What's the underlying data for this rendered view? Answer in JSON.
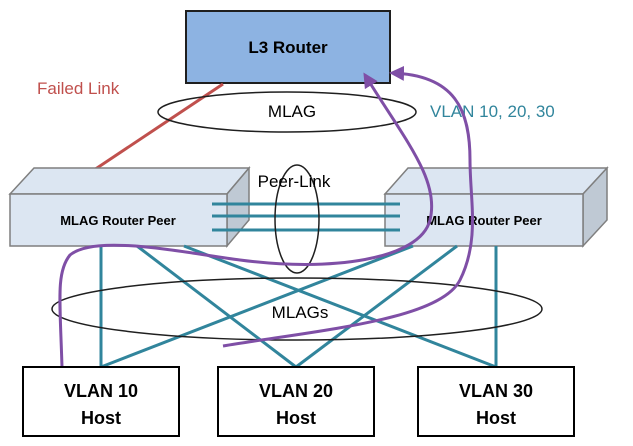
{
  "colors": {
    "router_fill": "#8DB3E2",
    "peer_fill": "#DCE6F2",
    "peer_stroke": "#7F7F7F",
    "link_teal": "#31859C",
    "failed_red": "#C0504D",
    "flow_purple": "#7F4FA6",
    "text_dark": "#000000"
  },
  "labels": {
    "l3_router": "L3 Router",
    "failed_link": "Failed Link",
    "mlag": "MLAG",
    "vlans": "VLAN 10, 20, 30",
    "peer_link": "Peer-Link",
    "peer_left": "MLAG Router Peer",
    "peer_right": "MLAG Router Peer",
    "mlags": "MLAGs"
  },
  "hosts": [
    {
      "line1": "VLAN 10",
      "line2": "Host"
    },
    {
      "line1": "VLAN 20",
      "line2": "Host"
    },
    {
      "line1": "VLAN 30",
      "line2": "Host"
    }
  ]
}
